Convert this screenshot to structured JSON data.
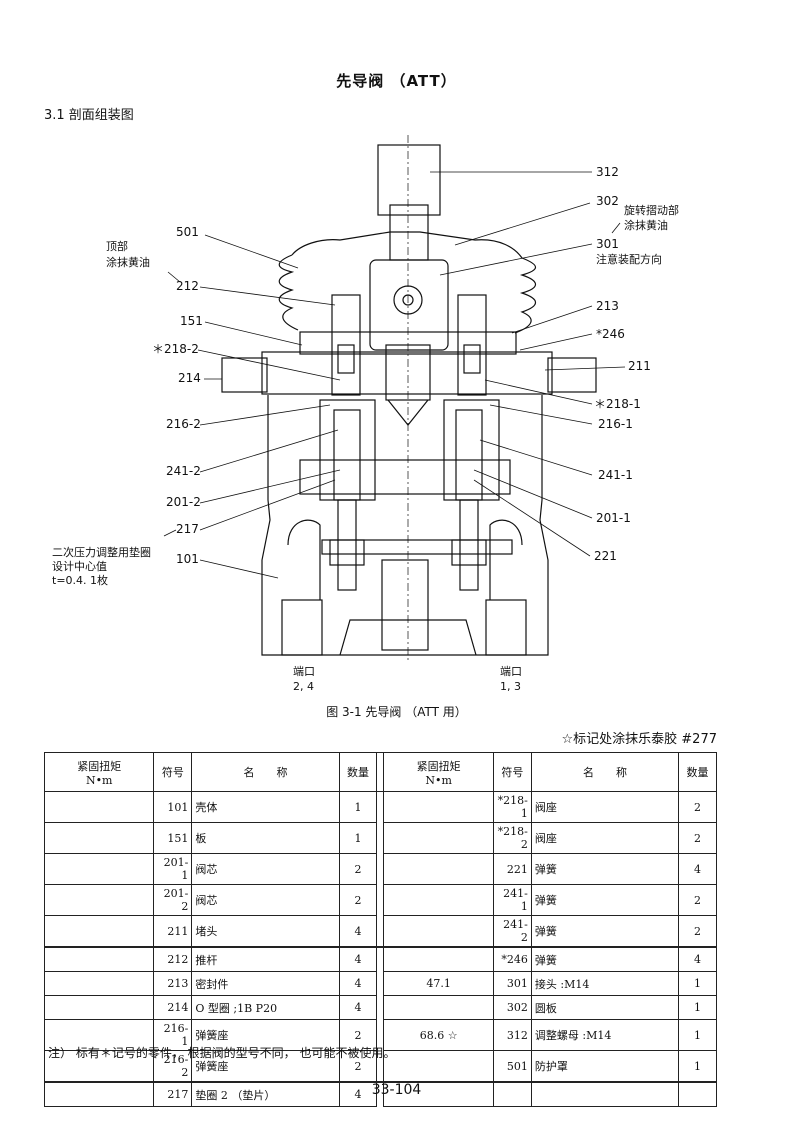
{
  "title": "先导阀 （ATT）",
  "section": "3.1 剖面组装图",
  "drawing": {
    "labels": {
      "l312": "312",
      "l302": "302",
      "l301": "301",
      "l501": "501",
      "l212": "212",
      "l151": "151",
      "l218_2": "＊218-2",
      "l214": "214",
      "l216_2": "216-2",
      "l241_2": "241-2",
      "l201_2": "201-2",
      "l217": "217",
      "l101": "101",
      "l213": "213",
      "l246": "*246",
      "l211": "211",
      "l218_1": "＊218-1",
      "l216_1": "216-1",
      "l241_1": "241-1",
      "l201_1": "201-1",
      "l221": "221"
    },
    "notes": {
      "top_a": "顶部",
      "top_b": "涂抹黄油",
      "rot_a": "旋转摺动部",
      "rot_b": "涂抹黄油",
      "mount": "注意装配方向",
      "shim_a": "二次压力调整用垫圈",
      "shim_b": "设计中心值",
      "shim_c": "t=0.4. 1枚",
      "port_l_a": "端口",
      "port_l_b": "2, 4",
      "port_r_a": "端口",
      "port_r_b": "1, 3"
    }
  },
  "caption": "图 3-1 先导阀 （ATT 用）",
  "star_note": "☆标记处涂抹乐泰胶 #277",
  "table": {
    "headers": {
      "torque_a": "紧固扭矩",
      "torque_b": "N•m",
      "symbol": "符号",
      "name": "名　　称",
      "qty": "数量"
    },
    "rows": [
      {
        "lt": "",
        "ls": "101",
        "ln": "壳体",
        "lq": "1",
        "rt": "",
        "rs": "*218-1",
        "rn": "阀座",
        "rq": "2"
      },
      {
        "lt": "",
        "ls": "151",
        "ln": "板",
        "lq": "1",
        "rt": "",
        "rs": "*218-2",
        "rn": "阀座",
        "rq": "2"
      },
      {
        "lt": "",
        "ls": "201-1",
        "ln": "阀芯",
        "lq": "2",
        "rt": "",
        "rs": "221",
        "rn": "弹簧",
        "rq": "4"
      },
      {
        "lt": "",
        "ls": "201-2",
        "ln": "阀芯",
        "lq": "2",
        "rt": "",
        "rs": "241-1",
        "rn": "弹簧",
        "rq": "2"
      },
      {
        "lt": "",
        "ls": "211",
        "ln": "堵头",
        "lq": "4",
        "rt": "",
        "rs": "241-2",
        "rn": "弹簧",
        "rq": "2"
      },
      {
        "lt": "",
        "ls": "212",
        "ln": "推杆",
        "lq": "4",
        "rt": "",
        "rs": "*246",
        "rn": "弹簧",
        "rq": "4"
      },
      {
        "lt": "",
        "ls": "213",
        "ln": "密封件",
        "lq": "4",
        "rt": "47.1",
        "rs": "301",
        "rn": "接头 :M14",
        "rq": "1"
      },
      {
        "lt": "",
        "ls": "214",
        "ln": "O 型圈 ;1B P20",
        "lq": "4",
        "rt": "",
        "rs": "302",
        "rn": "圆板",
        "rq": "1"
      },
      {
        "lt": "",
        "ls": "216-1",
        "ln": "弹簧座",
        "lq": "2",
        "rt": "68.6 ☆",
        "rs": "312",
        "rn": "调整螺母 :M14",
        "rq": "1"
      },
      {
        "lt": "",
        "ls": "216-2",
        "ln": "弹簧座",
        "lq": "2",
        "rt": "",
        "rs": "501",
        "rn": "防护罩",
        "rq": "1"
      },
      {
        "lt": "",
        "ls": "217",
        "ln": "垫圈 2 （垫片）",
        "lq": "4",
        "rt": "",
        "rs": "",
        "rn": "",
        "rq": ""
      }
    ]
  },
  "note": "注） 标有＊记号的零件， 根据阀的型号不同， 也可能不被使用。",
  "page_number": "33-104"
}
